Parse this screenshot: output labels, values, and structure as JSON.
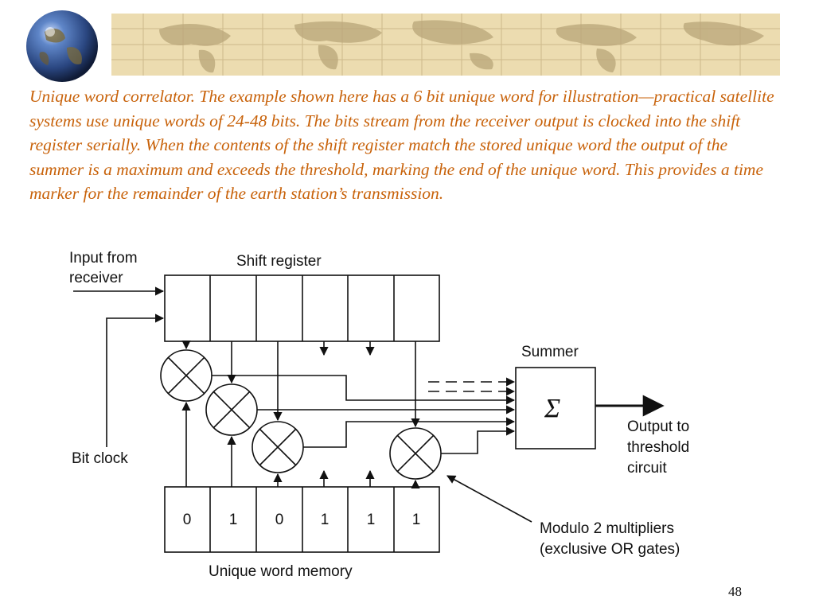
{
  "slide": {
    "caption": "Unique word correlator. The example shown here has a 6 bit unique word for illustration—practical satellite systems use unique words of 24-48 bits. The bits stream from the receiver output is clocked into the shift register serially. When the contents of the shift register match the stored unique word the output of the summer is a maximum and exceeds the threshold, marking the end of the unique word. This provides a time marker for the remainder of the earth station’s transmission.",
    "page_number": "48",
    "colors": {
      "caption": "#c8620a",
      "banner": "#ecdcb0",
      "globe": "#3a5a9a"
    },
    "icons": {
      "globe": "globe-icon",
      "banner": "world-map-banner"
    }
  },
  "diagram": {
    "input_label_line1": "Input from",
    "input_label_line2": "receiver",
    "shift_register_label": "Shift register",
    "summer_label": "Summer",
    "summer_symbol": "Σ",
    "bit_clock_label": "Bit clock",
    "output_label_line1": "Output to",
    "output_label_line2": "threshold",
    "output_label_line3": "circuit",
    "multiplier_label_line1": "Modulo 2 multipliers",
    "multiplier_label_line2": "(exclusive OR gates)",
    "memory_label": "Unique word memory",
    "unique_word_bits": [
      "0",
      "1",
      "0",
      "1",
      "1",
      "1"
    ]
  }
}
